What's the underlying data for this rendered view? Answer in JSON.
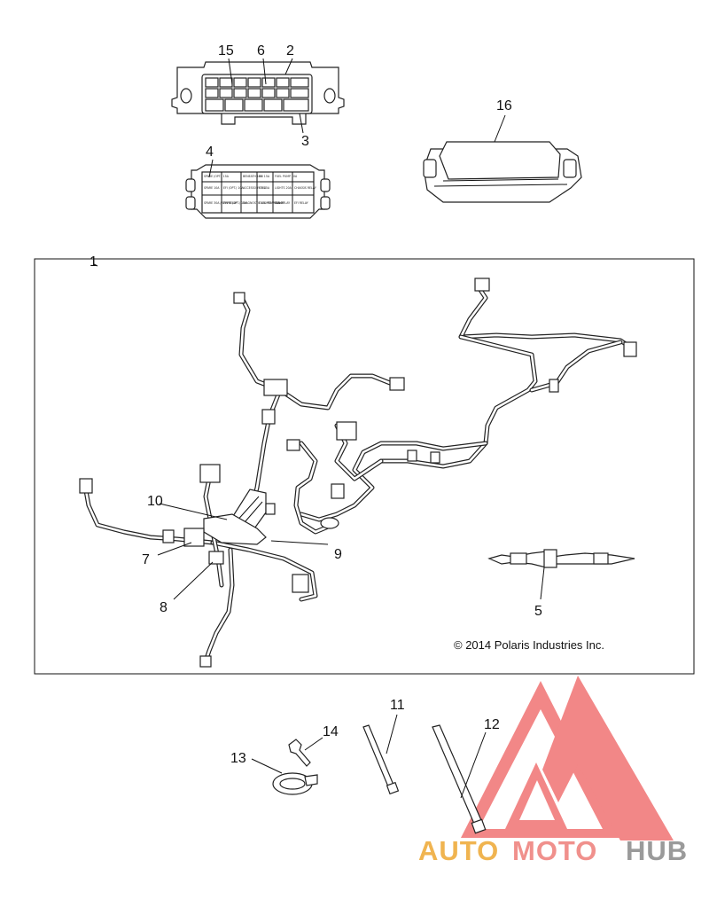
{
  "callouts": {
    "c1": "1",
    "c2": "2",
    "c3": "3",
    "c4": "4",
    "c5": "5",
    "c6": "6",
    "c7": "7",
    "c8": "8",
    "c9": "9",
    "c10": "10",
    "c11": "11",
    "c12": "12",
    "c13": "13",
    "c14": "14",
    "c15": "15",
    "c16": "16"
  },
  "copyright": "© 2014 Polaris Industries Inc.",
  "fuse_label": {
    "r1": [
      "SPARE (OPT.) 15A",
      "BENEATH 10A",
      "EFI 15A",
      "FUEL PUMP 10A",
      ""
    ],
    "r2": [
      "SPARE 10A",
      "EFI (OPT.) 10A",
      "ACCESSORY 20A",
      "EFI 15A",
      "LIGHTS 20A",
      "CHASSIS RELAY"
    ],
    "r3": [
      "SPARE 30A / SPARE (OPT.) 15A",
      "EFI RELAY",
      "DIAGNOSTIC LIGHTS RELAY",
      "FUEL PUMP RELAY",
      "FAN RELAY",
      "EFI RELAY"
    ]
  },
  "logo": {
    "part1": "AUTO",
    "part2": "MOTO",
    "part3": "HUB",
    "colors": {
      "auto": "#f0b450",
      "moto": "#f0908c",
      "hub": "#9a9a9a",
      "triangle": "#f06a6a"
    }
  },
  "icons": [
    "fuse-box-icon",
    "fuse-cover-icon",
    "relay-housing-icon",
    "wire-harness-icon",
    "diode-harness-icon",
    "p-clamp-icon",
    "bolt-icon",
    "cable-tie-icon"
  ]
}
